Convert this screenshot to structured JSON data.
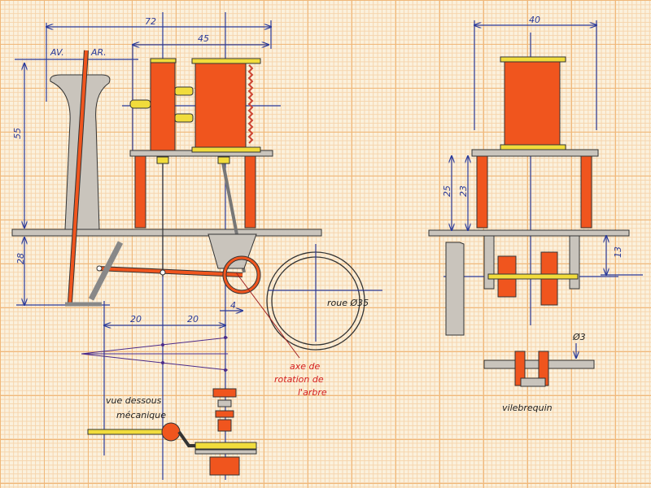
{
  "dimensions": {
    "overall_width": "72",
    "coil_width": "45",
    "side_width": "40",
    "height_left": "55",
    "height_lower": "28",
    "side_height_a": "25",
    "side_height_b": "23",
    "side_lower": "13",
    "stroke_a": "20",
    "stroke_b": "20",
    "offset": "4",
    "crank_diameter": "Ø3"
  },
  "labels": {
    "forward": "AV.",
    "rear": "AR.",
    "wheel": "roue Ø35",
    "shaft_axis": [
      "axe de",
      "rotation de",
      "l'arbre"
    ],
    "bottom_view": [
      "vue dessous",
      "mécanique"
    ],
    "crankshaft": "vilebrequin"
  },
  "colors": {
    "paper": "#fbf1dd",
    "grid": "#f0b87a",
    "coil": "#f0551e",
    "brass": "#f1dc3c",
    "ink_blue": "#2a3a9a",
    "note_red": "#d42020"
  }
}
